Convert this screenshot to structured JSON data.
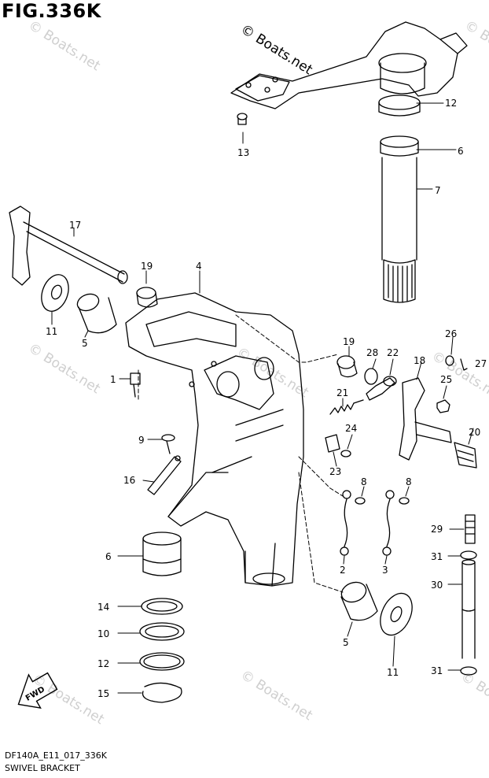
{
  "figure": {
    "title": "FIG.336K",
    "drawing_code": "DF140A_E11_017_336K",
    "drawing_name": "SWIVEL BRACKET"
  },
  "watermark": {
    "main": "© Boats.net",
    "repeat": "© Boats.net"
  },
  "direction_badge": "FWD",
  "callouts": {
    "c1": "1",
    "c2": "2",
    "c3": "3",
    "c4": "4",
    "c5a": "5",
    "c5b": "5",
    "c6a": "6",
    "c6b": "6",
    "c7": "7",
    "c8a": "8",
    "c8b": "8",
    "c9": "9",
    "c10": "10",
    "c11a": "11",
    "c11b": "11",
    "c12a": "12",
    "c12b": "12",
    "c13": "13",
    "c14": "14",
    "c15": "15",
    "c16": "16",
    "c17": "17",
    "c18": "18",
    "c19a": "19",
    "c19b": "19",
    "c20": "20",
    "c21": "21",
    "c22": "22",
    "c23": "23",
    "c24": "24",
    "c25": "25",
    "c26": "26",
    "c27": "27",
    "c28": "28",
    "c29": "29",
    "c30": "30",
    "c31a": "31",
    "c31b": "31"
  },
  "colors": {
    "ink": "#000000",
    "watermark": "#cfcfcf",
    "background": "#ffffff"
  }
}
